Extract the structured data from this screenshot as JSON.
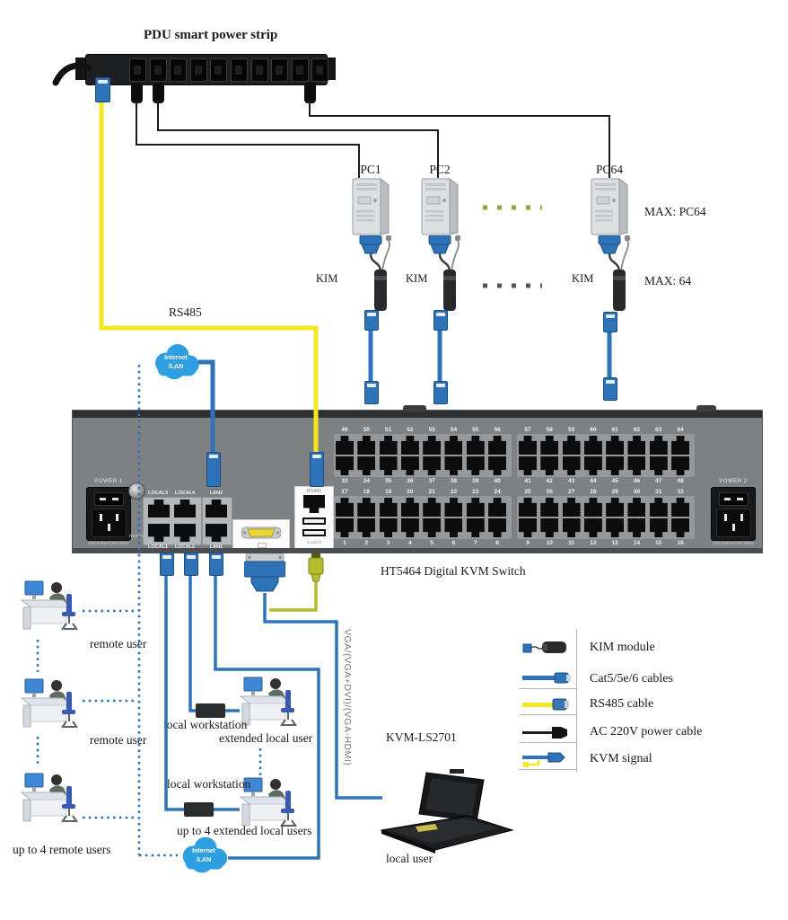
{
  "pdu": {
    "label": "PDU smart power strip",
    "outlet_count": 10
  },
  "pcs": [
    {
      "label": "PC1"
    },
    {
      "label": "PC2"
    },
    {
      "label": "PC64"
    }
  ],
  "kim_labels": [
    "KIM",
    "KIM",
    "KIM"
  ],
  "annotations": {
    "max_pc": "MAX: PC64",
    "max_kim": "MAX: 64",
    "rs485": "RS485",
    "switch_name": "HT5464 Digital KVM Switch",
    "vga_vertical": "VGA/(VGA+DVI)/(VGA-HDMI)",
    "console_model": "KVM-LS2701",
    "local_user": "local user",
    "remote_user_1": "remote user",
    "remote_user_2": "remote user",
    "up_to_remote": "up to 4 remote users",
    "local_workstation_1": "local workstation",
    "local_workstation_2": "local workstation",
    "extended_local_user": "extended local user",
    "up_to_extended": "up to 4 extended local users"
  },
  "clouds": {
    "top": {
      "line1": "Internet",
      "line2": "/LAN"
    },
    "bottom": {
      "line1": "Internet",
      "line2": "/LAN"
    }
  },
  "switch": {
    "power1_label": "POWER 1",
    "power2_label": "POWER 2",
    "power1_rating": "100-240VAC/50-60Hz",
    "power2_rating": "100-240VAC/50-60Hz",
    "reset_label": "RESET",
    "local_ports_top": [
      "LOCAL3",
      "LOCAL4",
      "LAN2"
    ],
    "local_ports_bottom": [
      "LOCAL1",
      "LOCAL2",
      "LAN1"
    ],
    "rs485_panel_label": "RS485",
    "usb_panel_label": "local1/2",
    "port_rows": {
      "upper": {
        "top_left": [
          49,
          50,
          51,
          52,
          53,
          54,
          55,
          56
        ],
        "top_right": [
          57,
          58,
          59,
          60,
          61,
          62,
          63,
          64
        ],
        "bottom_left": [
          33,
          34,
          35,
          36,
          37,
          38,
          39,
          40
        ],
        "bottom_right": [
          41,
          42,
          43,
          44,
          45,
          46,
          47,
          48
        ]
      },
      "lower": {
        "top_left": [
          17,
          18,
          19,
          20,
          21,
          22,
          23,
          24
        ],
        "top_right": [
          25,
          26,
          27,
          28,
          29,
          30,
          31,
          32
        ],
        "bottom_left": [
          1,
          2,
          3,
          4,
          5,
          6,
          7,
          8
        ],
        "bottom_right": [
          9,
          10,
          11,
          12,
          13,
          14,
          15,
          16
        ]
      }
    }
  },
  "legend": {
    "items": [
      {
        "icon": "kim-module-icon",
        "label": "KIM module"
      },
      {
        "icon": "cat5-cable-icon",
        "label": "Cat5/5e/6 cables"
      },
      {
        "icon": "rs485-cable-icon",
        "label": "RS485 cable"
      },
      {
        "icon": "power-cable-icon",
        "label": "AC 220V power cable"
      },
      {
        "icon": "kvm-signal-icon",
        "label": "KVM signal"
      }
    ]
  },
  "colors": {
    "cable_blue": "#2e73b8",
    "rs485_yellow": "#f3e622",
    "kvm_green": "#b2bc2d",
    "cloud_blue": "#2d9fe0",
    "switch_gray": "#7d8184"
  }
}
